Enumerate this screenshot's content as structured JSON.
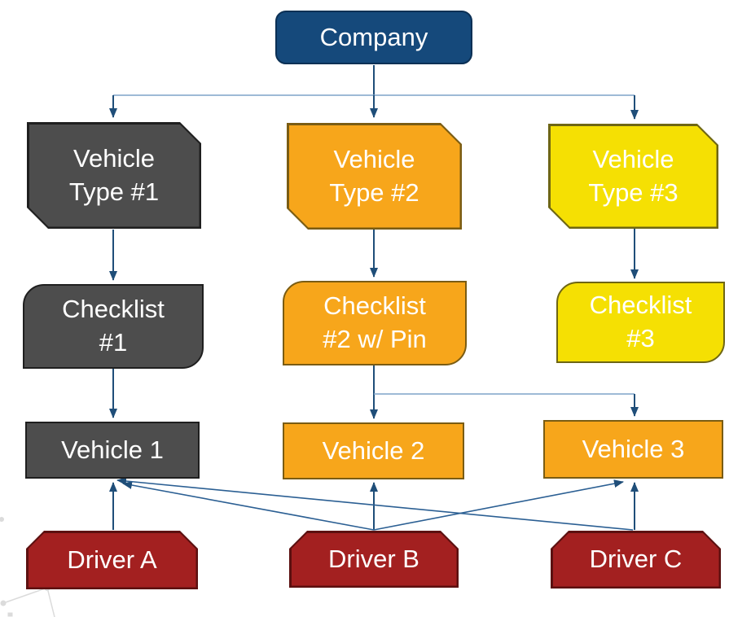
{
  "diagram": {
    "type": "hierarchy-flowchart",
    "nodes": {
      "company": {
        "label": "Company",
        "fill": "#15497B",
        "border": "#0B3055",
        "text_color": "#FFFFFF",
        "shape": "rounded-rectangle"
      },
      "vehicle_type_1": {
        "label": "Vehicle\nType #1",
        "fill": "#4D4D4D",
        "border": "#1F1F1F",
        "text_color": "#FFFFFF",
        "shape": "snip-diagonal-corners"
      },
      "vehicle_type_2": {
        "label": "Vehicle\nType #2",
        "fill": "#F7A61B",
        "border": "#7A5C13",
        "text_color": "#FFFFFF",
        "shape": "snip-diagonal-corners"
      },
      "vehicle_type_3": {
        "label": "Vehicle\nType #3",
        "fill": "#F5E003",
        "border": "#6E6614",
        "text_color": "#FFFFFF",
        "shape": "snip-diagonal-corners"
      },
      "checklist_1": {
        "label": "Checklist\n#1",
        "fill": "#4D4D4D",
        "border": "#1F1F1F",
        "text_color": "#FFFFFF",
        "shape": "round-diagonal-corners"
      },
      "checklist_2": {
        "label": "Checklist\n#2 w/ Pin",
        "fill": "#F7A61B",
        "border": "#7A5C13",
        "text_color": "#FFFFFF",
        "shape": "round-diagonal-corners"
      },
      "checklist_3": {
        "label": "Checklist\n#3",
        "fill": "#F5E003",
        "border": "#6E6614",
        "text_color": "#FFFFFF",
        "shape": "round-diagonal-corners"
      },
      "vehicle_1": {
        "label": "Vehicle 1",
        "fill": "#4D4D4D",
        "border": "#1F1F1F",
        "text_color": "#FFFFFF",
        "shape": "rectangle"
      },
      "vehicle_2": {
        "label": "Vehicle 2",
        "fill": "#F7A61B",
        "border": "#7A5C13",
        "text_color": "#FFFFFF",
        "shape": "rectangle"
      },
      "vehicle_3": {
        "label": "Vehicle 3",
        "fill": "#F7A61B",
        "border": "#7A5C13",
        "text_color": "#FFFFFF",
        "shape": "rectangle"
      },
      "driver_a": {
        "label": "Driver A",
        "fill": "#A32020",
        "border": "#5C1010",
        "text_color": "#FFFFFF",
        "shape": "snip-top-corners"
      },
      "driver_b": {
        "label": "Driver B",
        "fill": "#A32020",
        "border": "#5C1010",
        "text_color": "#FFFFFF",
        "shape": "snip-top-corners"
      },
      "driver_c": {
        "label": "Driver C",
        "fill": "#A32020",
        "border": "#5C1010",
        "text_color": "#FFFFFF",
        "shape": "snip-top-corners"
      }
    },
    "edges": [
      {
        "from": "company",
        "to": "vehicle_type_1"
      },
      {
        "from": "company",
        "to": "vehicle_type_2"
      },
      {
        "from": "company",
        "to": "vehicle_type_3"
      },
      {
        "from": "vehicle_type_1",
        "to": "checklist_1"
      },
      {
        "from": "vehicle_type_2",
        "to": "checklist_2"
      },
      {
        "from": "vehicle_type_3",
        "to": "checklist_3"
      },
      {
        "from": "checklist_1",
        "to": "vehicle_1"
      },
      {
        "from": "checklist_2",
        "to": "vehicle_2"
      },
      {
        "from": "checklist_2",
        "to": "vehicle_3"
      },
      {
        "from": "driver_a",
        "to": "vehicle_1"
      },
      {
        "from": "driver_b",
        "to": "vehicle_1"
      },
      {
        "from": "driver_b",
        "to": "vehicle_2"
      },
      {
        "from": "driver_b",
        "to": "vehicle_3"
      },
      {
        "from": "driver_c",
        "to": "vehicle_1"
      },
      {
        "from": "driver_c",
        "to": "vehicle_3"
      }
    ],
    "connector_colors": {
      "arrow": "#1F4E79",
      "branch_line": "#7FA3C8"
    }
  }
}
